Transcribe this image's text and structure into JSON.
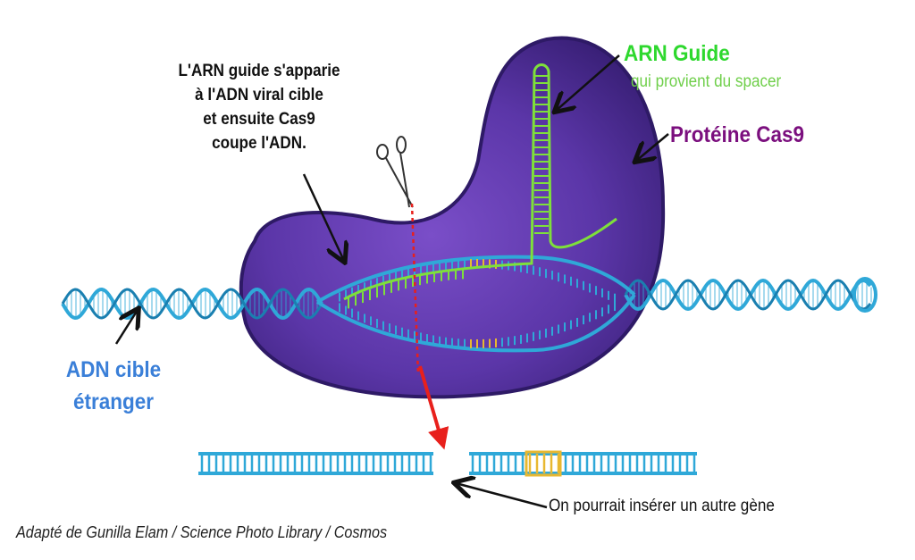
{
  "labels": {
    "note": [
      "L'ARN guide s'apparie",
      "à l'ADN viral cible",
      "et ensuite Cas9",
      "coupe l'ADN."
    ],
    "arn_guide": "ARN Guide",
    "arn_guide_sub": "qui provient du spacer",
    "protein": "Protéine Cas9",
    "target_dna": [
      "ADN cible",
      "étranger"
    ],
    "insert_gene": "On pourrait insérer un autre gène",
    "credit": "Adapté de Gunilla Elam / Science Photo Library / Cosmos"
  },
  "colors": {
    "protein": "#5a3aa8",
    "dna": "#2fa8d8",
    "rna": "#7ee03a",
    "pam": "#e8b830",
    "cut": "#e8201c"
  }
}
